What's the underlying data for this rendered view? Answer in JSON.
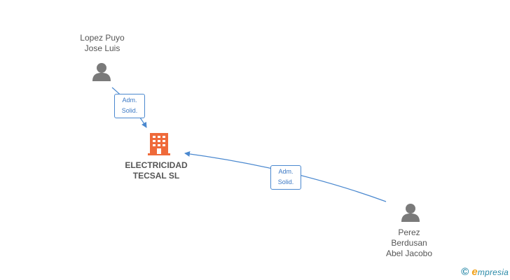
{
  "colors": {
    "edge": "#4a88cf",
    "person_icon": "#7a7a7a",
    "company_icon": "#ef6a3a",
    "label_text": "#555555",
    "watermark": "#2a8aa8"
  },
  "nodes": {
    "company": {
      "icon": "building-icon",
      "name_lines": [
        "ELECTRICIDAD",
        "TECSAL SL"
      ]
    },
    "person_top": {
      "icon": "person-icon",
      "name_lines": [
        "Lopez Puyo",
        "Jose Luis"
      ]
    },
    "person_bottom": {
      "icon": "person-icon",
      "name_lines": [
        "Perez",
        "Berdusan",
        "Abel Jacobo"
      ]
    }
  },
  "edges": [
    {
      "from": "person_top",
      "to": "company",
      "label_lines": [
        "Adm.",
        "Solid."
      ]
    },
    {
      "from": "person_bottom",
      "to": "company",
      "label_lines": [
        "Adm.",
        "Solid."
      ]
    }
  ],
  "watermark": {
    "symbol": "©",
    "brand_initial": "e",
    "brand_rest": "mpresia"
  }
}
